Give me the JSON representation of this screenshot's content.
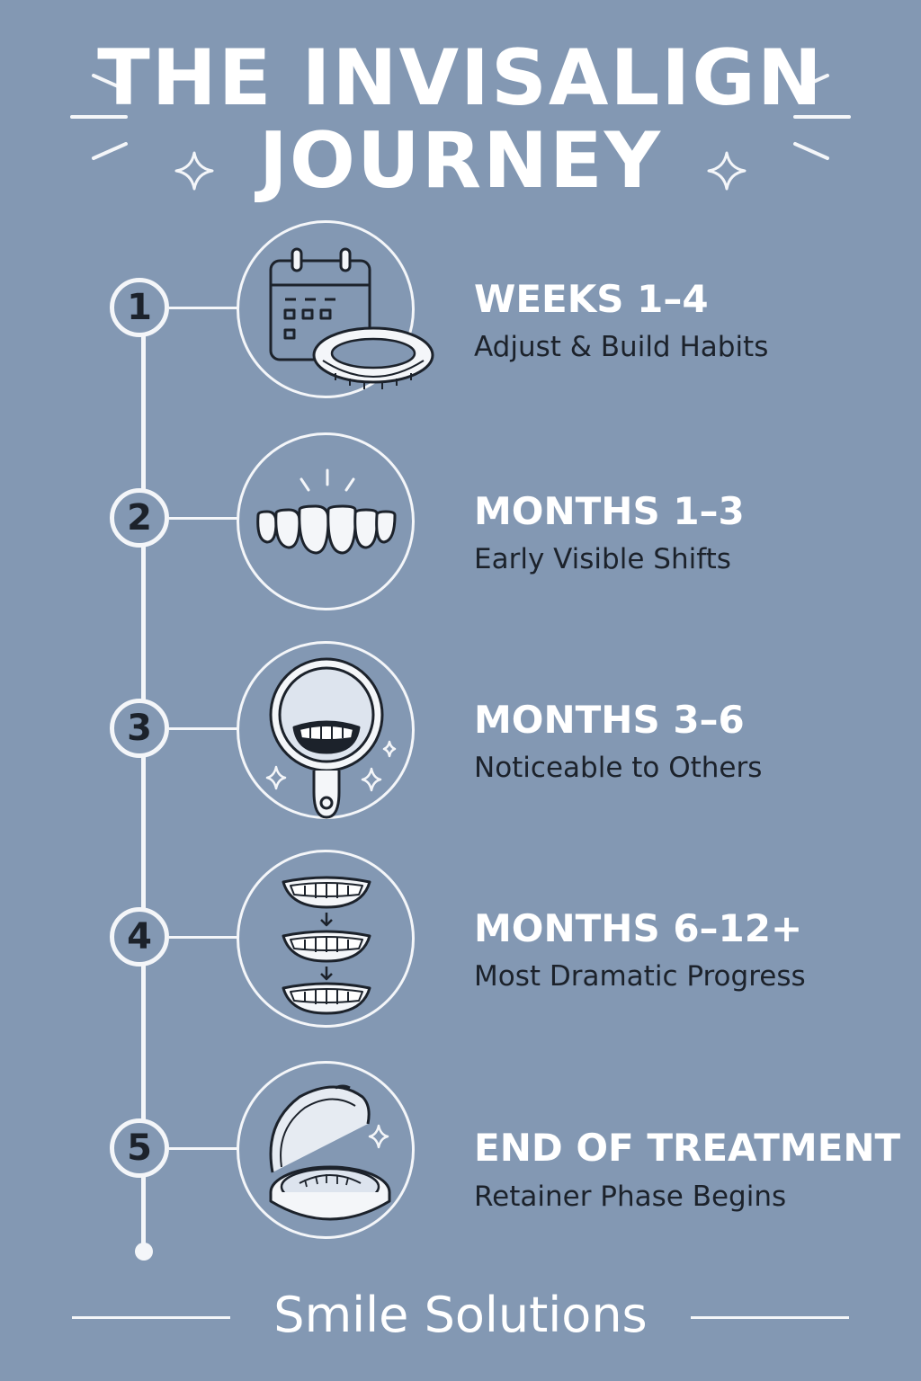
{
  "title": {
    "line1": "THE INVISALIGN",
    "line2": "JOURNEY"
  },
  "steps": [
    {
      "number": "1",
      "title": "WEEKS 1–4",
      "subtitle": "Adjust & Build Habits",
      "icon": "calendar-aligner-icon"
    },
    {
      "number": "2",
      "title": "MONTHS 1–3",
      "subtitle": "Early Visible Shifts",
      "icon": "teeth-icon"
    },
    {
      "number": "3",
      "title": "MONTHS 3–6",
      "subtitle": "Noticeable to Others",
      "icon": "mirror-smile-icon"
    },
    {
      "number": "4",
      "title": "MONTHS 6–12+",
      "subtitle": "Most Dramatic Progress",
      "icon": "smile-progression-icon"
    },
    {
      "number": "5",
      "title": "END OF TREATMENT",
      "subtitle": "Retainer Phase Begins",
      "icon": "retainer-case-icon"
    }
  ],
  "footer": {
    "brand": "Smile Solutions"
  },
  "colors": {
    "background": "#8398b3",
    "line": "#f4f6f9",
    "title": "#ffffff",
    "subtitle": "#1c222b"
  }
}
